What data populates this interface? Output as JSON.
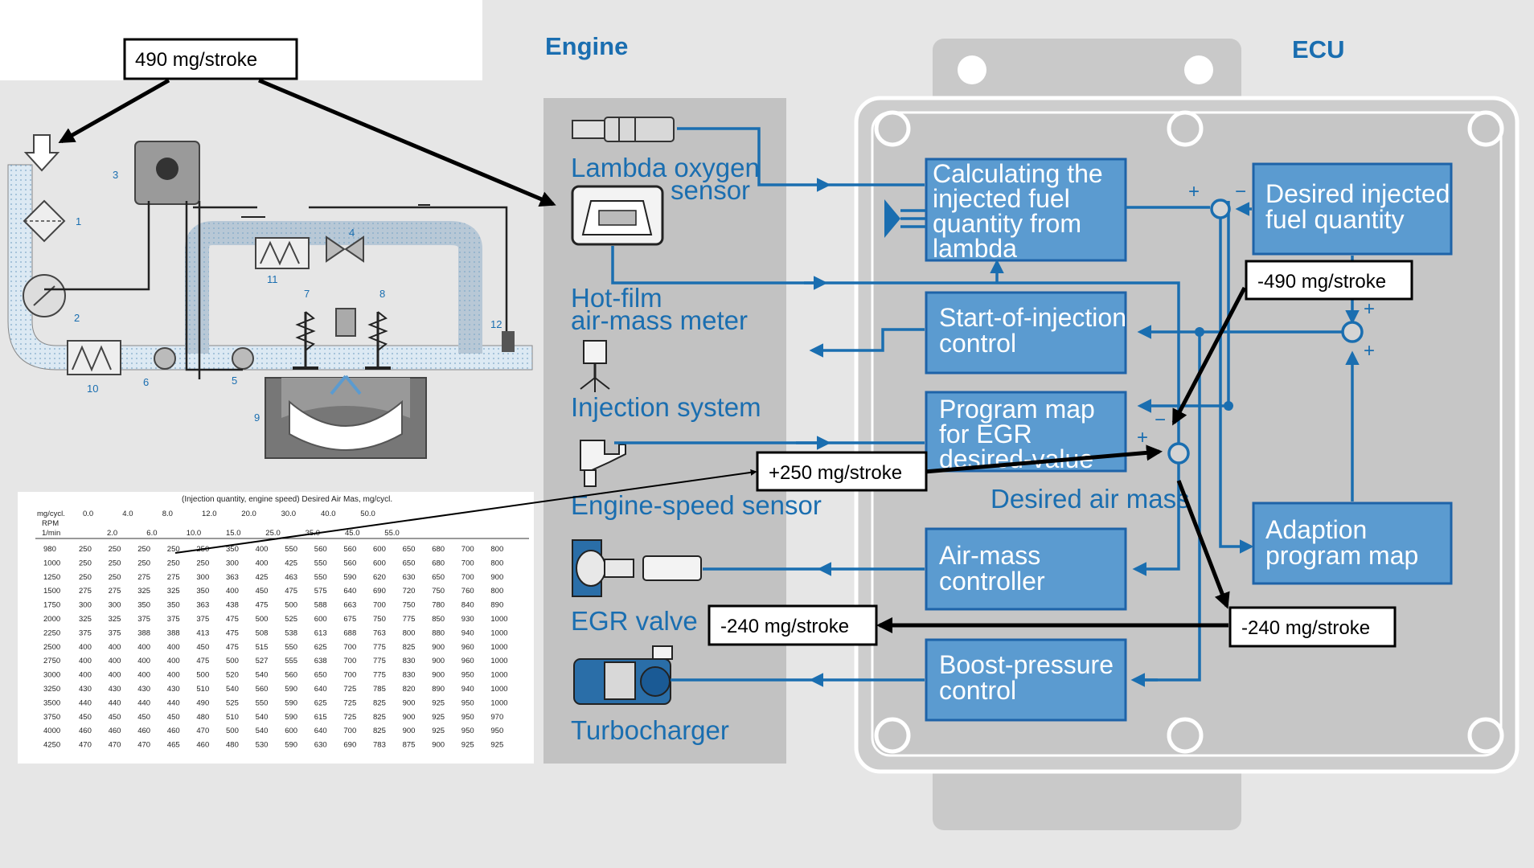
{
  "engine_title": "Engine",
  "ecu_title": "ECU",
  "engine_components": [
    "Lambda oxygen sensor",
    "Hot-film air-mass meter",
    "Injection system",
    "Engine-speed sensor",
    "EGR valve",
    "Turbocharger"
  ],
  "ecu_blocks": {
    "calc_fuel": [
      "Calculating the",
      "injected fuel",
      "quantity from",
      "lambda"
    ],
    "desired_fuel": [
      "Desired injected",
      "fuel quantity"
    ],
    "soi": [
      "Start-of-injection",
      "control"
    ],
    "egr_map": [
      "Program map",
      "for EGR",
      "desired-value"
    ],
    "air_mass_ctrl": [
      "Air-mass",
      "controller"
    ],
    "adaption": [
      "Adaption",
      "program map"
    ],
    "boost": [
      "Boost-pressure",
      "control"
    ]
  },
  "desired_air_mass_label": "Desired air mass",
  "signs": {
    "top_plus": "+",
    "top_minus": "−",
    "right_plus_top": "+",
    "right_plus_bottom": "+",
    "center_plus": "+",
    "center_minus": "−"
  },
  "callouts": {
    "fuel_top": "490 mg/stroke",
    "neg_490": "-490 mg/stroke",
    "pos_250": "+250 mg/stroke",
    "neg_240_left": "-240 mg/stroke",
    "neg_240_right": "-240 mg/stroke"
  },
  "schematic_numbers": [
    "1",
    "2",
    "3",
    "4",
    "5",
    "6",
    "7",
    "8",
    "9",
    "10",
    "11",
    "12"
  ],
  "table": {
    "title": "(Injection quantity, engine speed) Desired Air Mas, mg/cycl.",
    "corner_labels": [
      "mg/cycl.",
      "RPM",
      "1/min"
    ],
    "top_header": [
      "0.0",
      "4.0",
      "8.0",
      "12.0",
      "20.0",
      "30.0",
      "40.0",
      "50.0"
    ],
    "bottom_header": [
      "2.0",
      "6.0",
      "10.0",
      "15.0",
      "25.0",
      "35.0",
      "45.0",
      "55.0"
    ],
    "rows": [
      {
        "rpm": "980",
        "v": [
          "250",
          "250",
          "250",
          "250",
          "250",
          "350",
          "400",
          "550",
          "560",
          "560",
          "600",
          "650",
          "680",
          "700",
          "800"
        ]
      },
      {
        "rpm": "1000",
        "v": [
          "250",
          "250",
          "250",
          "250",
          "250",
          "300",
          "400",
          "425",
          "550",
          "560",
          "600",
          "650",
          "680",
          "700",
          "800"
        ]
      },
      {
        "rpm": "1250",
        "v": [
          "250",
          "250",
          "275",
          "275",
          "300",
          "363",
          "425",
          "463",
          "550",
          "590",
          "620",
          "630",
          "650",
          "700",
          "900"
        ]
      },
      {
        "rpm": "1500",
        "v": [
          "275",
          "275",
          "325",
          "325",
          "350",
          "400",
          "450",
          "475",
          "575",
          "640",
          "690",
          "720",
          "750",
          "760",
          "800"
        ]
      },
      {
        "rpm": "1750",
        "v": [
          "300",
          "300",
          "350",
          "350",
          "363",
          "438",
          "475",
          "500",
          "588",
          "663",
          "700",
          "750",
          "780",
          "840",
          "890"
        ]
      },
      {
        "rpm": "2000",
        "v": [
          "325",
          "325",
          "375",
          "375",
          "375",
          "475",
          "500",
          "525",
          "600",
          "675",
          "750",
          "775",
          "850",
          "930",
          "1000"
        ]
      },
      {
        "rpm": "2250",
        "v": [
          "375",
          "375",
          "388",
          "388",
          "413",
          "475",
          "508",
          "538",
          "613",
          "688",
          "763",
          "800",
          "880",
          "940",
          "1000"
        ]
      },
      {
        "rpm": "2500",
        "v": [
          "400",
          "400",
          "400",
          "400",
          "450",
          "475",
          "515",
          "550",
          "625",
          "700",
          "775",
          "825",
          "900",
          "960",
          "1000"
        ]
      },
      {
        "rpm": "2750",
        "v": [
          "400",
          "400",
          "400",
          "400",
          "475",
          "500",
          "527",
          "555",
          "638",
          "700",
          "775",
          "830",
          "900",
          "960",
          "1000"
        ]
      },
      {
        "rpm": "3000",
        "v": [
          "400",
          "400",
          "400",
          "400",
          "500",
          "520",
          "540",
          "560",
          "650",
          "700",
          "775",
          "830",
          "900",
          "950",
          "1000"
        ]
      },
      {
        "rpm": "3250",
        "v": [
          "430",
          "430",
          "430",
          "430",
          "510",
          "540",
          "560",
          "590",
          "640",
          "725",
          "785",
          "820",
          "890",
          "940",
          "1000"
        ]
      },
      {
        "rpm": "3500",
        "v": [
          "440",
          "440",
          "440",
          "440",
          "490",
          "525",
          "550",
          "590",
          "625",
          "725",
          "825",
          "900",
          "925",
          "950",
          "1000"
        ]
      },
      {
        "rpm": "3750",
        "v": [
          "450",
          "450",
          "450",
          "450",
          "480",
          "510",
          "540",
          "590",
          "615",
          "725",
          "825",
          "900",
          "925",
          "950",
          "970"
        ]
      },
      {
        "rpm": "4000",
        "v": [
          "460",
          "460",
          "460",
          "460",
          "470",
          "500",
          "540",
          "600",
          "640",
          "700",
          "825",
          "900",
          "925",
          "950",
          "950"
        ]
      },
      {
        "rpm": "4250",
        "v": [
          "470",
          "470",
          "470",
          "465",
          "460",
          "480",
          "530",
          "590",
          "630",
          "690",
          "783",
          "875",
          "900",
          "925",
          "925"
        ]
      }
    ]
  },
  "colors": {
    "background": "#e8e8e8",
    "engine_panel": "#c2c2c2",
    "ecu_plate": "#c9c9c9",
    "block_fill": "#5b9bd0",
    "block_stroke": "#1e63a8",
    "accent_blue": "#1a6eb0",
    "callout_border": "#000000"
  }
}
